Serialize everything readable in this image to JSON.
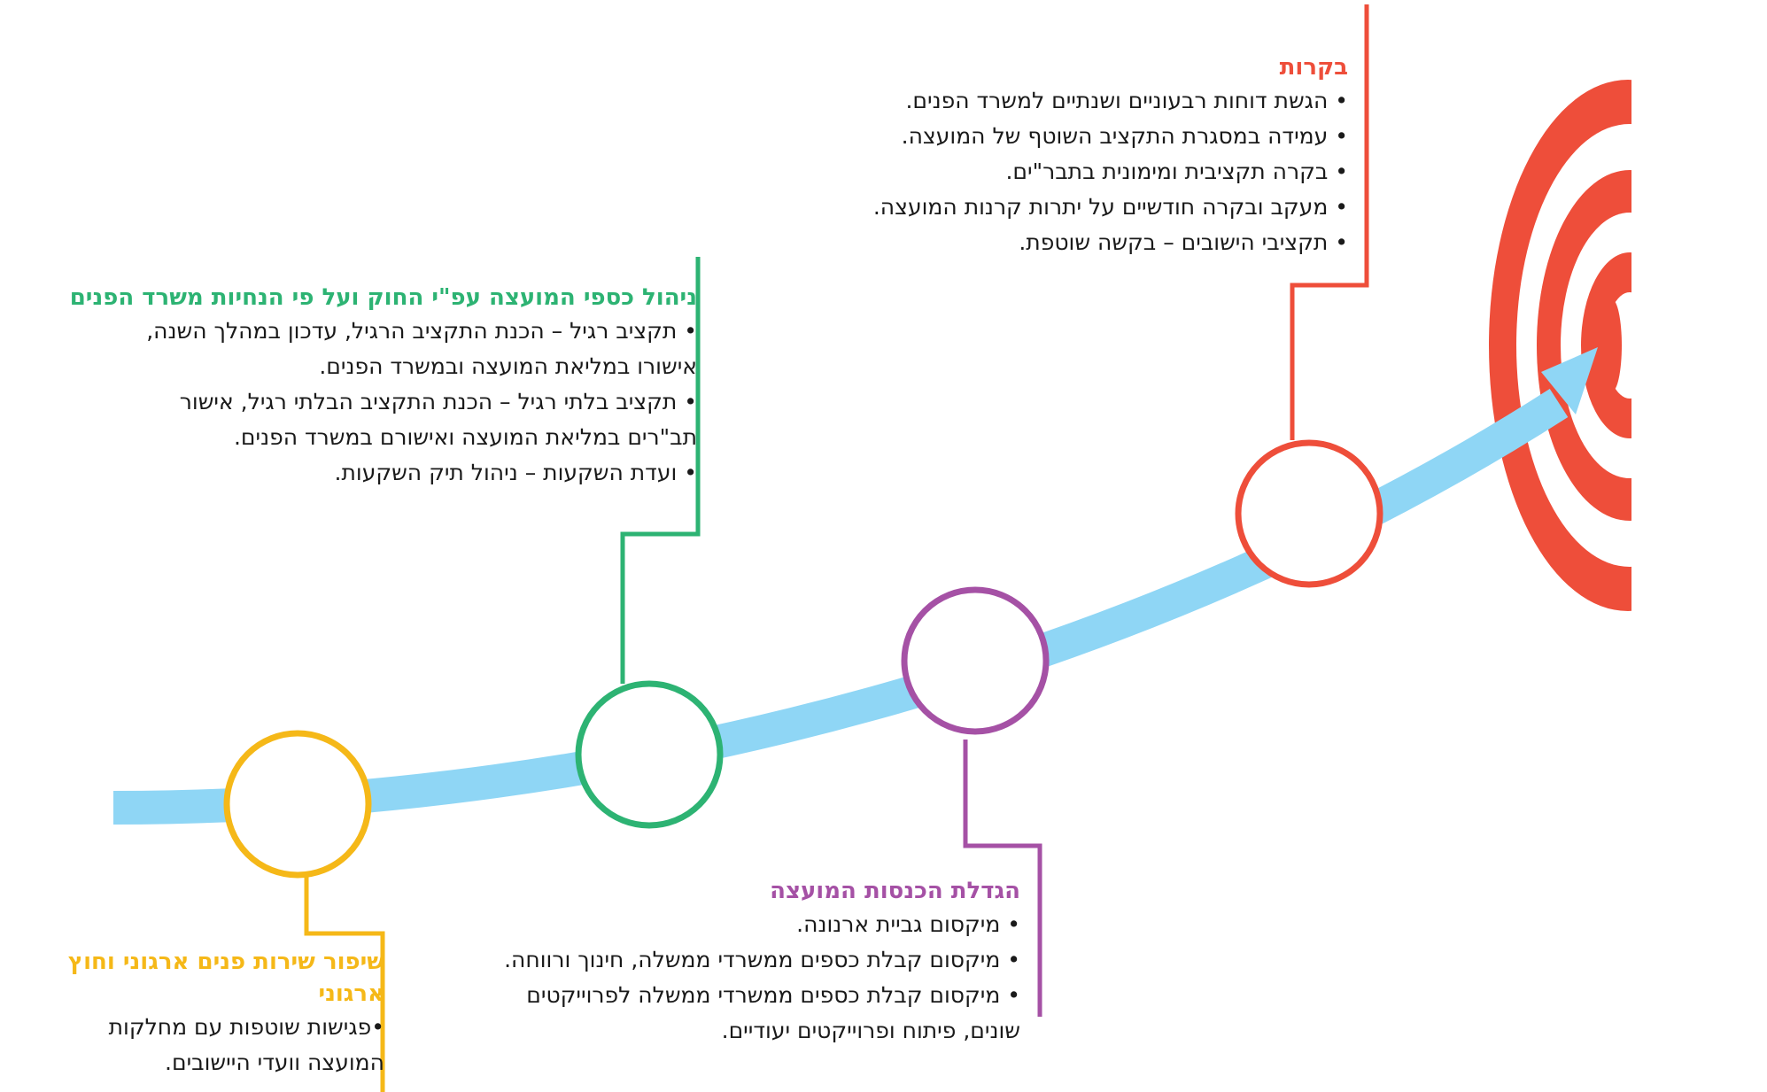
{
  "colors": {
    "arrow": "#8FD6F5",
    "target": "#EE4E3A",
    "service": "#F5B818",
    "finance": "#2DB373",
    "income": "#A551A5",
    "audit": "#EE4E3A",
    "text": "#1a1a1a"
  },
  "icons": {
    "target": "bullseye-target-icon",
    "arrow": "growth-arrow-icon"
  },
  "blocks": {
    "audit": {
      "title": "בקרות",
      "lines": [
        "• הגשת דוחות רבעוניים ושנתיים למשרד הפנים.",
        "• עמידה במסגרת התקציב השוטף של המועצה.",
        "• בקרה תקציבית ומימונית בתבר\"ים.",
        "• מעקב ובקרה חודשיים על יתרות קרנות המועצה.",
        "• תקציבי הישובים – בקשה שוטפת."
      ]
    },
    "finance": {
      "title": "ניהול כספי המועצה עפ\"י החוק ועל פי הנחיות משרד הפנים",
      "lines": [
        "• תקציב רגיל – הכנת התקציב הרגיל, עדכון במהלך השנה,",
        "אישורו במליאת המועצה ובמשרד הפנים.",
        "• תקציב בלתי רגיל – הכנת התקציב הבלתי רגיל, אישור",
        "תב\"רים במליאת המועצה ואישורם במשרד הפנים.",
        "• ועדת השקעות – ניהול תיק השקעות."
      ]
    },
    "income": {
      "title": "הגדלת הכנסות המועצה",
      "lines": [
        "• מיקסום גביית ארנונה.",
        "• מיקסום קבלת כספים ממשרדי ממשלה, חינוך ורווחה.",
        "• מיקסום קבלת כספים ממשרדי ממשלה לפרוייקטים",
        "שונים, פיתוח ופרוייקטים יעודיים."
      ]
    },
    "service": {
      "title": "שיפור שירות פנים ארגוני וחוץ ארגוני",
      "lines": [
        "•פגישות שוטפות עם מחלקות",
        "המועצה וועדי היישובים."
      ]
    }
  }
}
